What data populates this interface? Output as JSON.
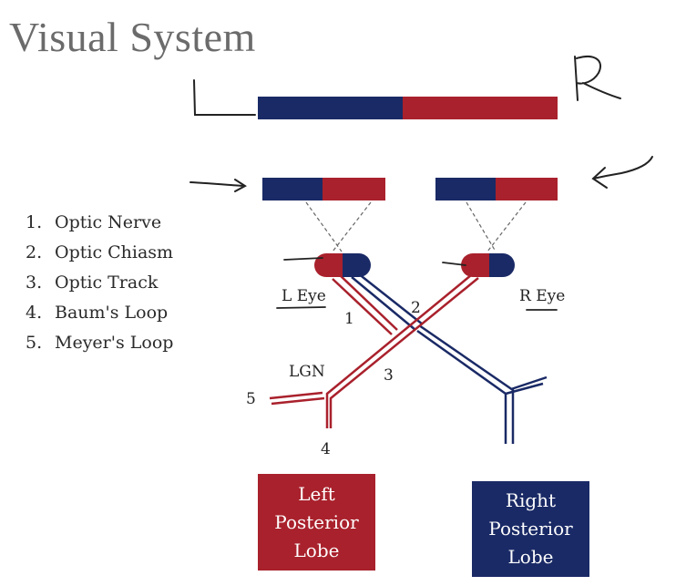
{
  "title": "Visual System",
  "legend": [
    {
      "num": "1.",
      "label": "Optic Nerve"
    },
    {
      "num": "2.",
      "label": "Optic Chiasm"
    },
    {
      "num": "3.",
      "label": "Optic Track"
    },
    {
      "num": "4.",
      "label": "Baum's Loop"
    },
    {
      "num": "5.",
      "label": "Meyer's Loop"
    }
  ],
  "diagram": {
    "left_eye_label": "L Eye",
    "right_eye_label": "R Eye",
    "lgn_label": "LGN",
    "numbers": {
      "n1": "1",
      "n2": "2",
      "n3": "3",
      "n4": "4",
      "n5": "5"
    },
    "handwriting": {
      "R": "R"
    },
    "left_lobe_lines": [
      "Left",
      "Posterior",
      "Lobe"
    ],
    "right_lobe_lines": [
      "Right",
      "Posterior",
      "Lobe"
    ]
  },
  "colors": {
    "red": "#a9212c",
    "blue": "#1a2a66",
    "title_gray": "#6b6b6b"
  }
}
